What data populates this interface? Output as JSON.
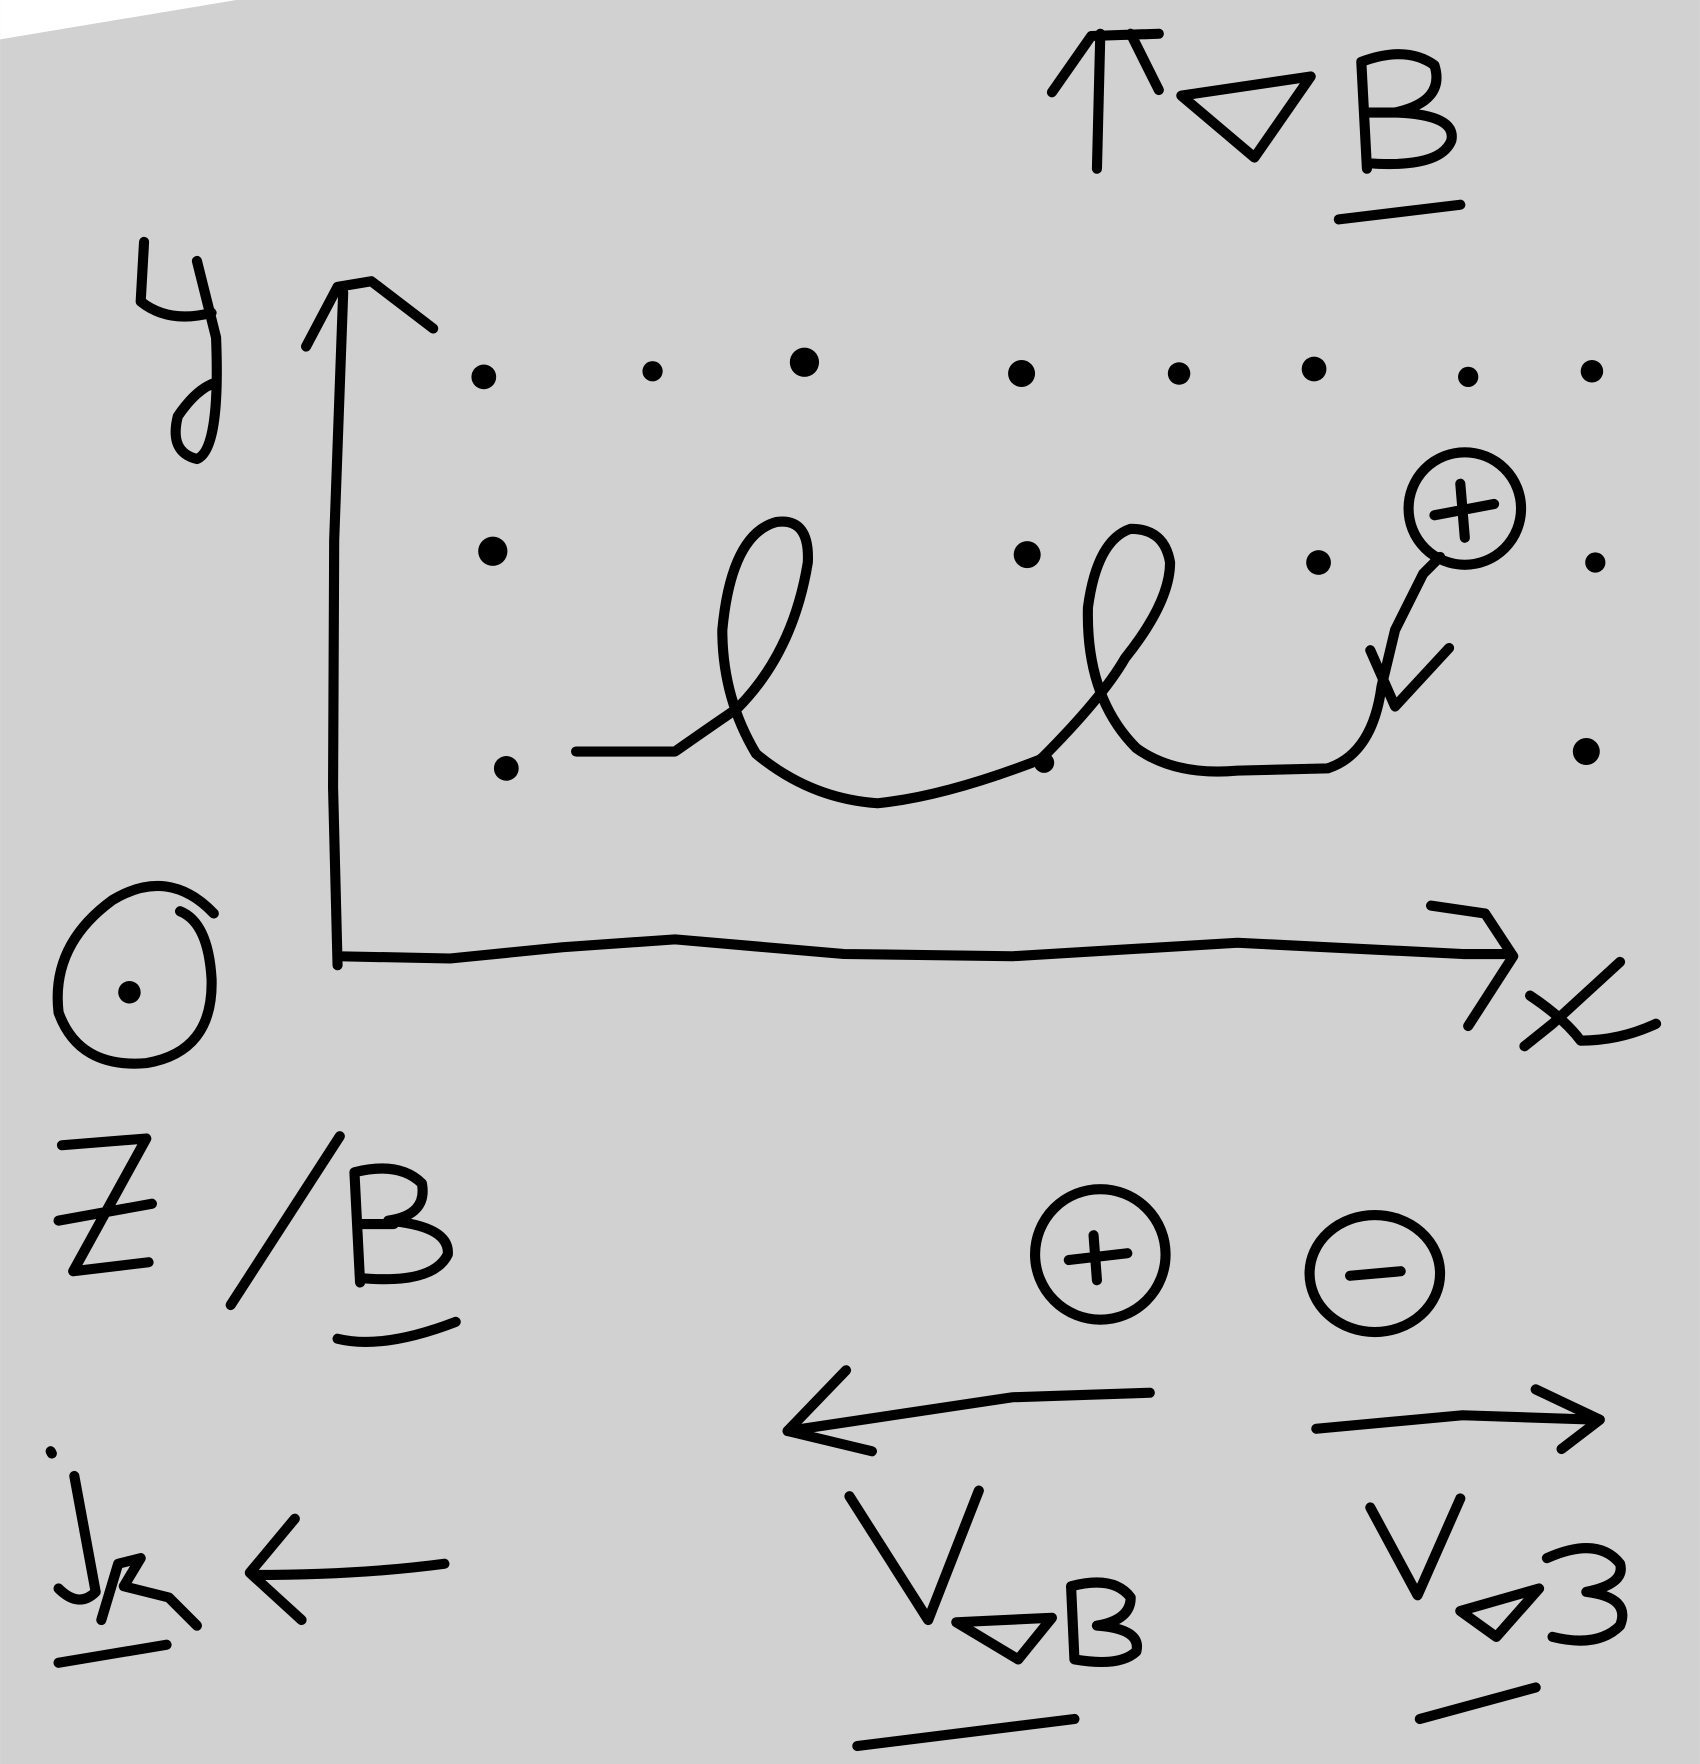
{
  "colors": {
    "background": "#d1d1d1",
    "ink": "#000000",
    "page": "#ffffff"
  },
  "axes": {
    "x_label": "x",
    "y_label": "y"
  },
  "header": {
    "label": "∇B"
  },
  "field_symbol": {
    "label": "z // B"
  },
  "gradient_label": {
    "label": "∇B"
  },
  "particles": {
    "positive": {
      "symbol": "+",
      "drift_label": "V∇B"
    },
    "negative": {
      "symbol": "−",
      "drift_label": "V∇B"
    }
  },
  "bottom_left": {
    "label": "JR"
  }
}
